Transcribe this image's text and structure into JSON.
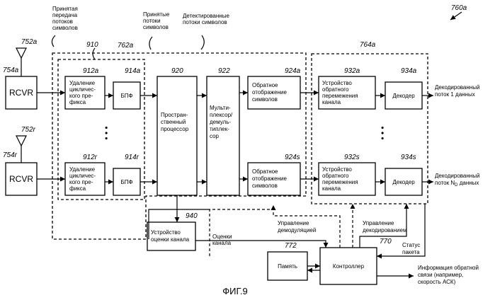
{
  "figure": {
    "caption": "ФИГ.9",
    "ref_main": "760a"
  },
  "top_labels": {
    "received_tx": [
      "Принятая",
      "передача",
      "потоков",
      "символов"
    ],
    "received_streams": [
      "Принятые",
      "потоки",
      "символов"
    ],
    "detected_streams": [
      "Детектированные",
      "потоки символов"
    ]
  },
  "refs": {
    "r752a": "752a",
    "r754a": "754a",
    "r752r": "752r",
    "r754r": "754r",
    "r910": "910",
    "r762a": "762a",
    "r912a": "912a",
    "r914a": "914a",
    "r912r": "912r",
    "r914r": "914r",
    "r920": "920",
    "r922": "922",
    "r924a": "924a",
    "r924s": "924s",
    "r764a": "764a",
    "r932a": "932a",
    "r934a": "934a",
    "r932s": "932s",
    "r934s": "934s",
    "r940": "940",
    "r772": "772",
    "r770": "770"
  },
  "blocks": {
    "rcvr_a": "RCVR",
    "rcvr_r": "RCVR",
    "cp_remove_a": [
      "Удаление",
      "цикличес-",
      "кого пре-",
      "фикса"
    ],
    "cp_remove_r": [
      "Удаление",
      "цикличес-",
      "кого пре-",
      "фикса"
    ],
    "fft_a": "БПФ",
    "fft_r": "БПФ",
    "spatial": [
      "Простран-",
      "ственный",
      "процессор"
    ],
    "mux": [
      "Мульти-",
      "плексор/",
      "демуль-",
      "типлек-",
      "сор"
    ],
    "demap_a": [
      "Обратное",
      "отображение",
      "символов"
    ],
    "demap_s": [
      "Обратное",
      "отображение",
      "символов"
    ],
    "deint_a": [
      "Устройство",
      "обратного",
      "перемежения",
      "канала"
    ],
    "deint_s": [
      "Устройство",
      "обратного",
      "перемежения",
      "канала"
    ],
    "decoder_a": "Декодер",
    "decoder_s": "Декодер",
    "channel_est": [
      "Устройство",
      "оценки канала"
    ],
    "memory": "Память",
    "controller": "Контроллер"
  },
  "signals": {
    "out_a": [
      "Декодированный",
      "поток 1 данных"
    ],
    "out_s_line1": "Декодированный",
    "out_s_line2_pre": "поток N",
    "out_s_sub": "D",
    "out_s_line2_post": " данных",
    "ch_est": [
      "Оценки",
      "канала"
    ],
    "demod_ctrl": [
      "Управление",
      "демодуляцией"
    ],
    "decode_ctrl": [
      "Управление",
      "декодированием"
    ],
    "packet_status": [
      "Статус",
      "пакета"
    ],
    "feedback": [
      "Информация обратной",
      "связи (например,",
      "скорость АСК)"
    ]
  },
  "dots": "• • •"
}
